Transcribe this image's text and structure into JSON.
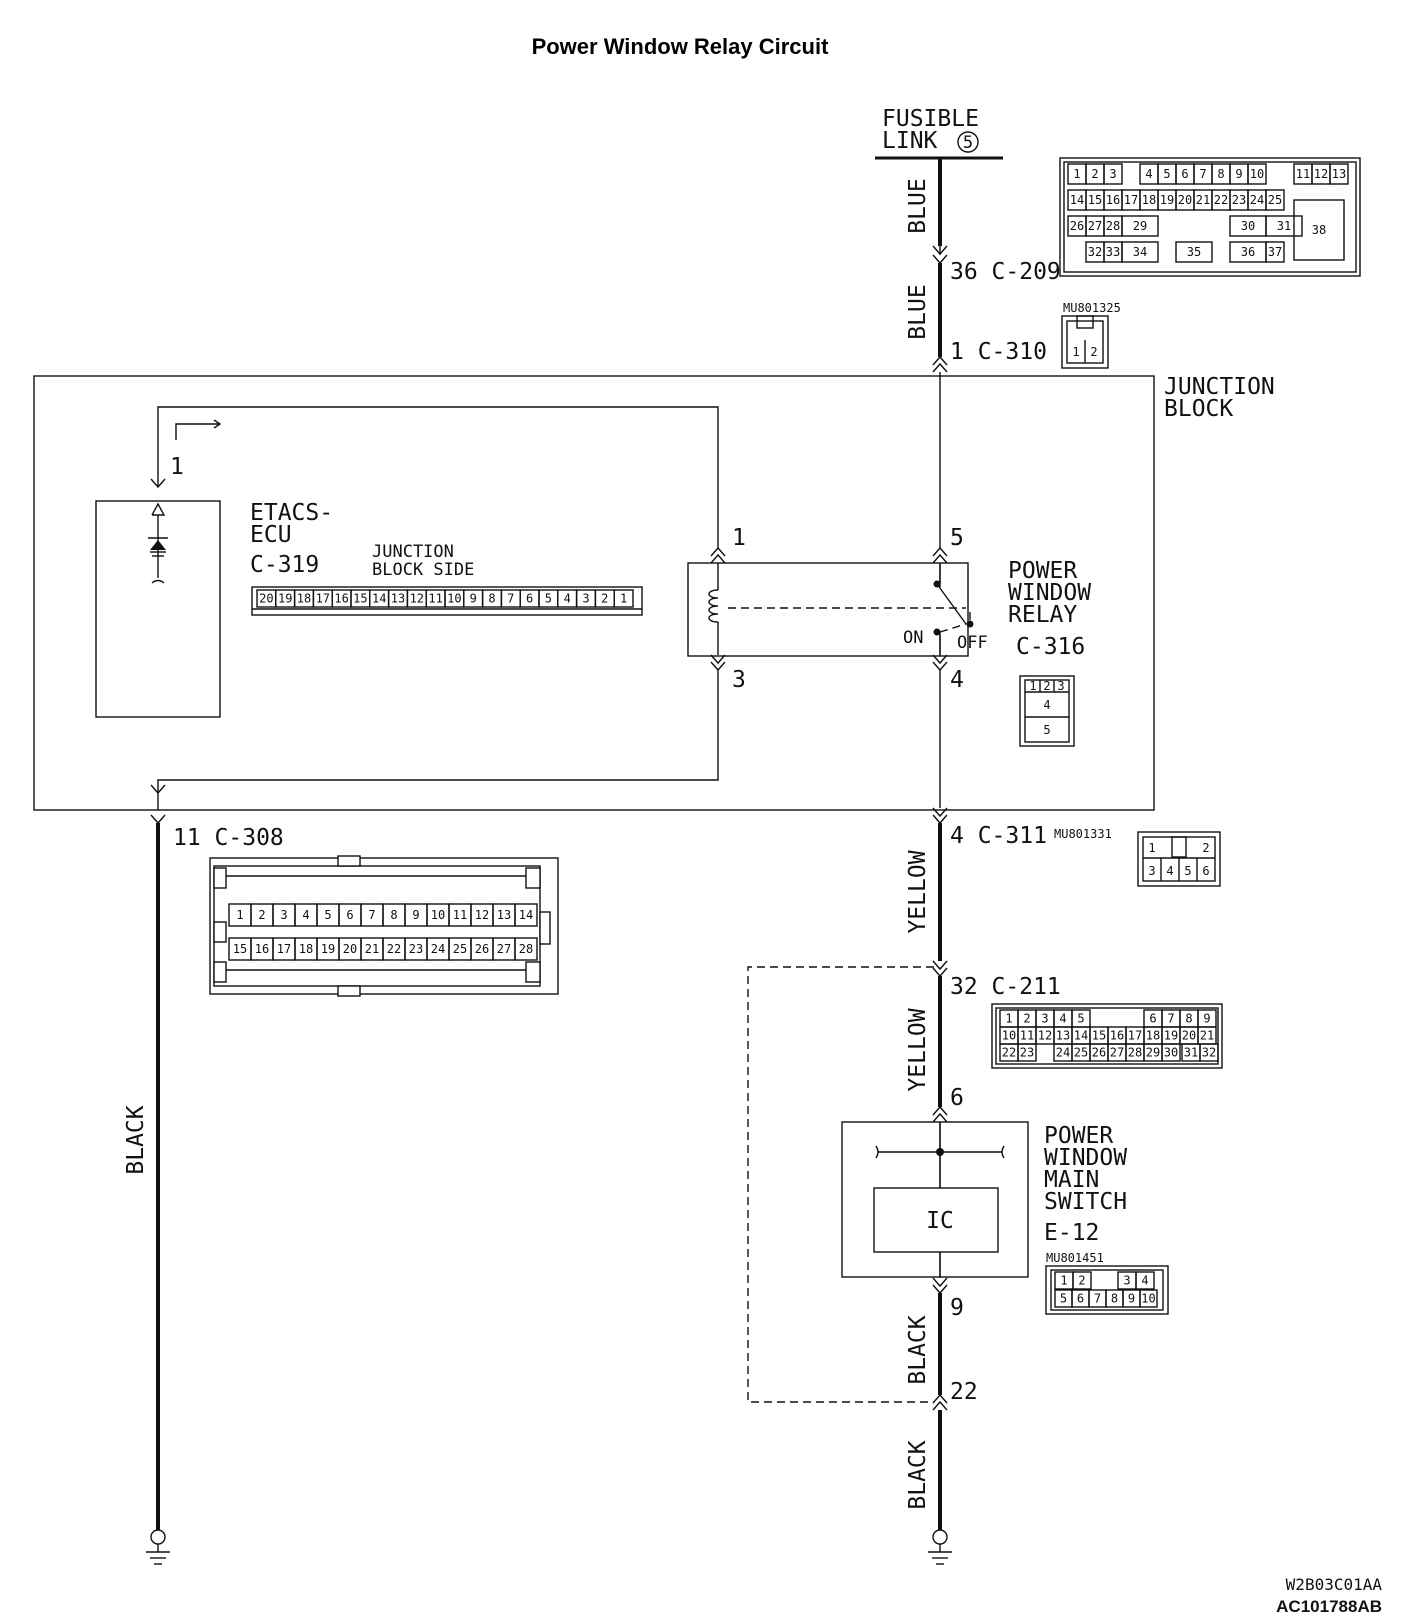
{
  "title": "Power Window Relay Circuit",
  "fusible_link": {
    "line1": "FUSIBLE",
    "line2": "LINK",
    "number": "5"
  },
  "wires": {
    "blue": "BLUE",
    "yellow": "YELLOW",
    "black": "BLACK"
  },
  "connectors": {
    "c209": {
      "label": "36 C-209",
      "pins_row1": [
        "1",
        "2",
        "3",
        "4",
        "5",
        "6",
        "7",
        "8",
        "9",
        "10",
        "11",
        "12",
        "13"
      ],
      "pins_row2": [
        "14",
        "15",
        "16",
        "17",
        "18",
        "19",
        "20",
        "21",
        "22",
        "23",
        "24",
        "25"
      ],
      "pins_row3": [
        "26",
        "27",
        "28",
        "29",
        "30",
        "31",
        "38"
      ],
      "pins_row4": [
        "32",
        "33",
        "34",
        "35",
        "36",
        "37"
      ]
    },
    "c310": {
      "label": "1 C-310",
      "part": "MU801325",
      "pins": [
        "1",
        "2"
      ]
    },
    "c319": {
      "label": "C-319",
      "side_line1": "JUNCTION",
      "side_line2": "BLOCK SIDE",
      "pins": [
        "20",
        "19",
        "18",
        "17",
        "16",
        "15",
        "14",
        "13",
        "12",
        "11",
        "10",
        "9",
        "8",
        "7",
        "6",
        "5",
        "4",
        "3",
        "2",
        "1"
      ]
    },
    "c316": {
      "label": "C-316",
      "pins": [
        "1",
        "2",
        "3",
        "4",
        "5"
      ]
    },
    "c308": {
      "label": "11 C-308",
      "pins_row1": [
        "1",
        "2",
        "3",
        "4",
        "5",
        "6",
        "7",
        "8",
        "9",
        "10",
        "11",
        "12",
        "13",
        "14"
      ],
      "pins_row2": [
        "15",
        "16",
        "17",
        "18",
        "19",
        "20",
        "21",
        "22",
        "23",
        "24",
        "25",
        "26",
        "27",
        "28"
      ]
    },
    "c311": {
      "label": "4 C-311",
      "part": "MU801331",
      "pins": [
        "1",
        "2",
        "3",
        "4",
        "5",
        "6"
      ]
    },
    "c211": {
      "label": "32 C-211",
      "pins_row1": [
        "1",
        "2",
        "3",
        "4",
        "5",
        "6",
        "7",
        "8",
        "9"
      ],
      "pins_row2": [
        "10",
        "11",
        "12",
        "13",
        "14",
        "15",
        "16",
        "17",
        "18",
        "19",
        "20",
        "21"
      ],
      "pins_row3": [
        "22",
        "23",
        "24",
        "25",
        "26",
        "27",
        "28",
        "29",
        "30",
        "31",
        "32"
      ]
    },
    "e12": {
      "label": "E-12",
      "part": "MU801451",
      "pins_row1": [
        "1",
        "2",
        "3",
        "4"
      ],
      "pins_row2": [
        "5",
        "6",
        "7",
        "8",
        "9",
        "10"
      ]
    }
  },
  "junction_block": {
    "line1": "JUNCTION",
    "line2": "BLOCK"
  },
  "etacs": {
    "line1": "ETACS-",
    "line2": "ECU",
    "pin": "1"
  },
  "relay": {
    "line1": "POWER",
    "line2": "WINDOW",
    "line3": "RELAY",
    "on": "ON",
    "off": "OFF",
    "pin1": "1",
    "pin3": "3",
    "pin4": "4",
    "pin5": "5"
  },
  "main_switch": {
    "line1": "POWER",
    "line2": "WINDOW",
    "line3": "MAIN",
    "line4": "SWITCH",
    "ic": "IC",
    "pin6": "6",
    "pin9": "9"
  },
  "pin22": "22",
  "refs": {
    "drawing": "W2B03C01AA",
    "code": "AC101788AB"
  }
}
